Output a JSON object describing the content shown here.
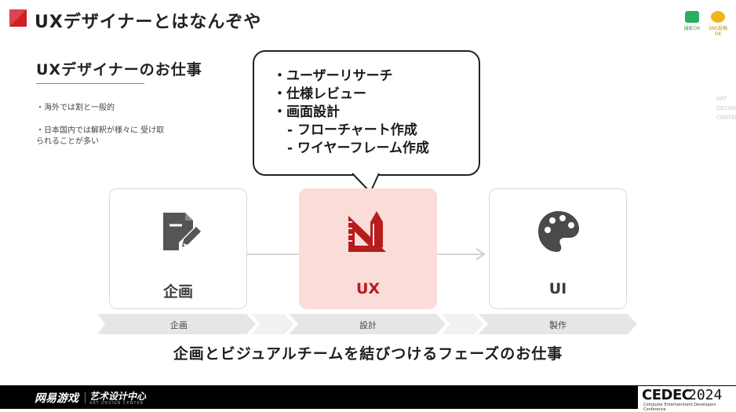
{
  "header": {
    "title": "UXデザイナーとはなんぞや",
    "badges": [
      {
        "icon": "camera-icon",
        "label": "撮影OK",
        "color": "#27ae60"
      },
      {
        "icon": "chat-icon",
        "label": "SNS投稿OK",
        "color": "#f0b41c"
      }
    ],
    "accent_color": "#d11f25"
  },
  "left": {
    "section_title": "UXデザイナーのお仕事",
    "bullets": [
      "・海外では割と一般的",
      "・日本国内では解釈が様々に 受け取られることが多い"
    ]
  },
  "watermark_vertical": "ART DESIGN CENTER@CJ",
  "bubble": {
    "items": [
      {
        "text": "・ユーザーリサーチ",
        "sub": false
      },
      {
        "text": "・仕様レビュー",
        "sub": false
      },
      {
        "text": "・画面設計",
        "sub": false
      },
      {
        "text": "- フローチャート作成",
        "sub": true
      },
      {
        "text": "- ワイヤーフレーム作成",
        "sub": true
      }
    ]
  },
  "cards": [
    {
      "id": "plan",
      "label": "企画",
      "icon": "document-edit-icon"
    },
    {
      "id": "ux",
      "label": "UX",
      "icon": "design-tools-icon",
      "highlight_color": "#fadcd8"
    },
    {
      "id": "ui",
      "label": "UI",
      "icon": "palette-icon"
    }
  ],
  "phases": [
    "企画",
    "設計",
    "製作"
  ],
  "tagline": "企画とビジュアルチームを結びつけるフェーズのお仕事",
  "footer": {
    "logo": "网易游戏",
    "subtitle": "艺术设计中心",
    "subtitle_small": "ART DESIGN CENTER",
    "brand": "CEDEC",
    "brand_year": "2024",
    "brand_sub": "Computer Entertainment Developers Conference"
  }
}
